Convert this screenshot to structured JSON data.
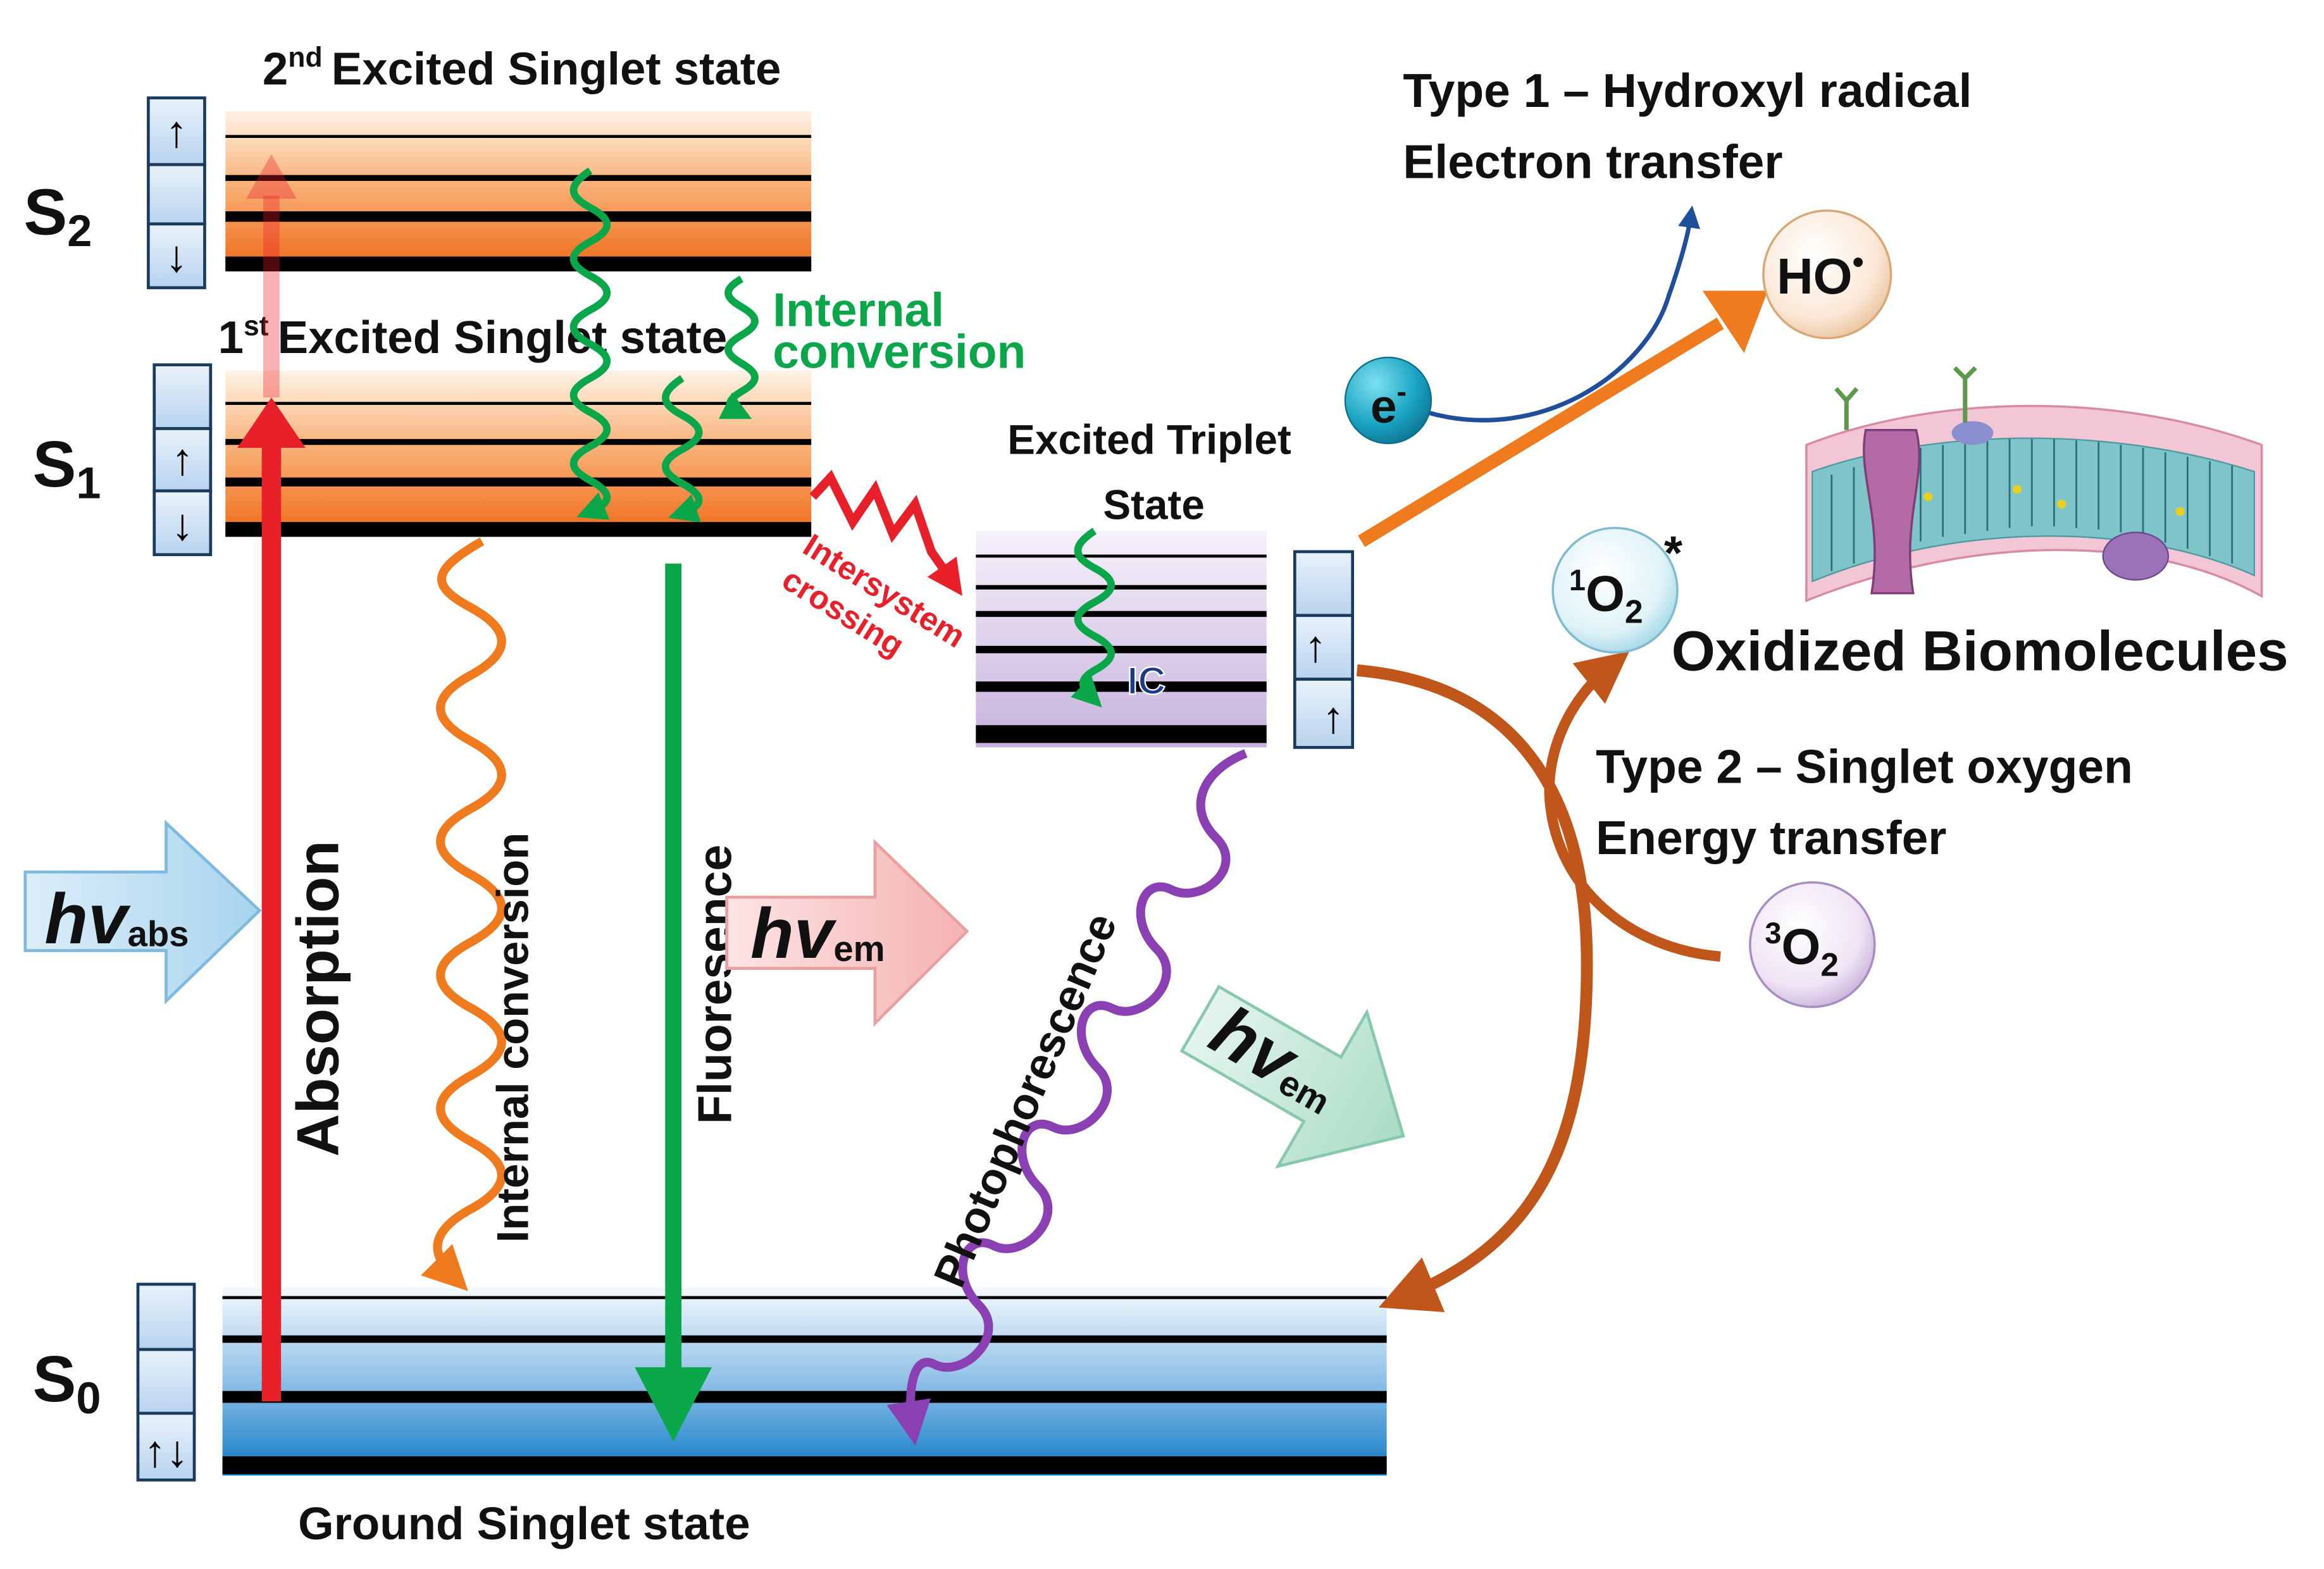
{
  "states": {
    "s2": {
      "symbol": "S",
      "subscript": "2",
      "name_prefix": "2",
      "name_superscript": "nd",
      "name": "Excited Singlet state"
    },
    "s1": {
      "symbol": "S",
      "subscript": "1",
      "name_prefix": "1",
      "name_superscript": "st",
      "name": "Excited Singlet state"
    },
    "s0": {
      "symbol": "S",
      "subscript": "0",
      "name": "Ground Singlet state"
    },
    "triplet": {
      "name_line1": "Excited Triplet",
      "name_line2": "State"
    }
  },
  "spin_glyphs": {
    "up": "↑",
    "down": "↓",
    "pair": "↑↓"
  },
  "processes": {
    "internal_conversion_top": {
      "line1": "Internal",
      "line2": "conversion"
    },
    "internal_conversion_vertical": "Internal conversion",
    "absorption": "Absorption",
    "fluorescence": "Fluoresence",
    "phosphorescence": "Photophorescence",
    "intersystem_crossing": {
      "line1": "Intersystem",
      "line2": "crossing"
    },
    "ic_short": "IC"
  },
  "photons": {
    "absorbed": {
      "main": "hv",
      "sub": "abs"
    },
    "emitted_fluor": {
      "main": "hv",
      "sub": "em"
    },
    "emitted_phos": {
      "main": "hv",
      "sub": "em"
    }
  },
  "reactions": {
    "type1": {
      "line1": "Type 1 – Hydroxyl radical",
      "line2": "Electron transfer"
    },
    "type2": {
      "line1": "Type 2 – Singlet oxygen",
      "line2": "Energy transfer"
    },
    "electron": {
      "main": "e",
      "sup": "-"
    },
    "hydroxyl": {
      "main": "HO",
      "sup": "•"
    },
    "singlet_oxygen": {
      "pre": "1",
      "main": "O",
      "sub": "2",
      "star": "*"
    },
    "triplet_oxygen": {
      "pre": "3",
      "main": "O",
      "sub": "2"
    },
    "oxidized": "Oxidized Biomolecules"
  },
  "colors": {
    "absorption": "#e8202a",
    "fluorescence": "#0aa64a",
    "internal_conversion": "#f07a1e",
    "intersystem_crossing": "#e8202a",
    "phosphorescence": "#8a3fb2",
    "type1_arrow": "#f07a1e",
    "type2_arrow": "#c0561a",
    "electron_path": "#1f4f9a",
    "ic_text_green": "#0aa64a"
  }
}
